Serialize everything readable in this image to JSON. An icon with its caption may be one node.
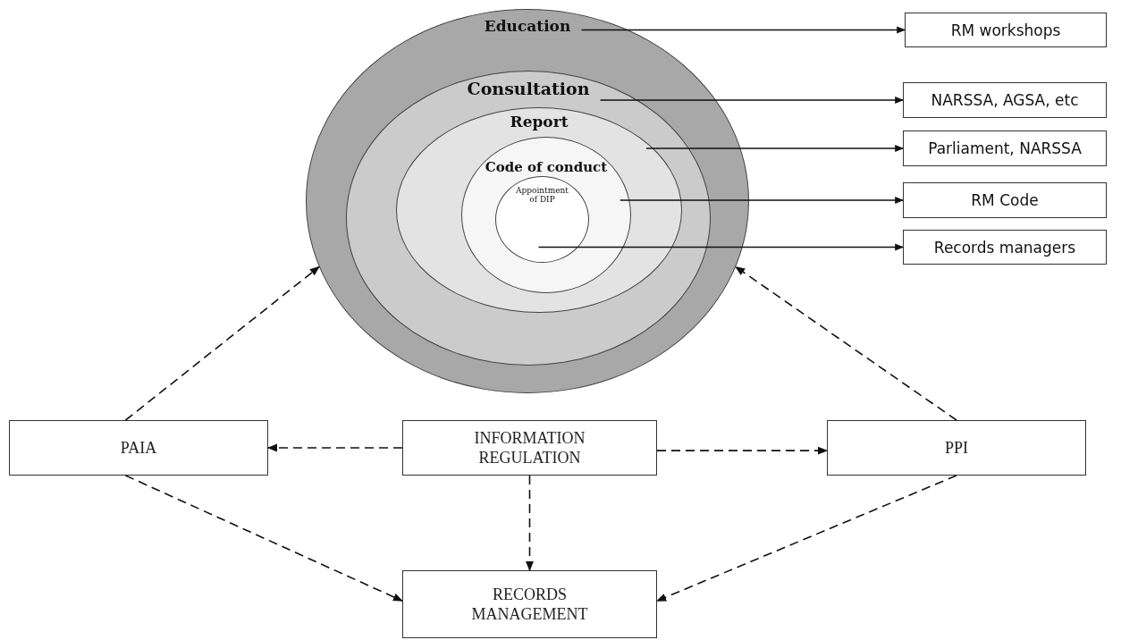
{
  "diagram": {
    "nodes": [
      {
        "text": [
          "Education"
        ]
      },
      {
        "text": [
          "Consultation"
        ],
        "in": 0
      },
      {
        "text": [
          "Report"
        ],
        "in": 1
      },
      {
        "text": [
          "Code of conduct"
        ],
        "in": 2
      },
      {
        "text": [
          "Appointment of DIP"
        ],
        "in": 3
      },
      {
        "text": [
          "RM workshops"
        ]
      },
      {
        "text": [
          "NARSSA, AGSA, etc"
        ]
      },
      {
        "text": [
          "Parliament, NARSSA"
        ]
      },
      {
        "text": [
          "RM Code"
        ]
      },
      {
        "text": [
          "Records managers"
        ]
      },
      {
        "text": [
          "PAIA"
        ]
      },
      {
        "text": [
          "INFORMATION REGULATION"
        ]
      },
      {
        "text": [
          "PPI"
        ]
      },
      {
        "text": [
          "RECORDS MANAGEMENT"
        ]
      }
    ],
    "edges": [
      {
        "from": 0,
        "to": 5,
        "arrow": "to"
      },
      {
        "from": 1,
        "to": 6,
        "arrow": "to"
      },
      {
        "from": 2,
        "to": 7,
        "arrow": "to"
      },
      {
        "from": 3,
        "to": 8,
        "arrow": "to"
      },
      {
        "from": 4,
        "to": 9,
        "arrow": "to"
      },
      {
        "from": 10,
        "to": 0,
        "arrow": "to",
        "style": "dashed"
      },
      {
        "from": 12,
        "to": 0,
        "arrow": "to",
        "style": "dashed"
      },
      {
        "from": 11,
        "to": 10,
        "arrow": "to",
        "style": "dashed"
      },
      {
        "from": 11,
        "to": 12,
        "arrow": "to",
        "style": "dashed"
      },
      {
        "from": 11,
        "to": 13,
        "arrow": "to",
        "style": "dashed"
      },
      {
        "from": 10,
        "to": 13,
        "arrow": "to",
        "style": "dashed"
      },
      {
        "from": 12,
        "to": 13,
        "arrow": "to",
        "style": "dashed"
      }
    ]
  }
}
